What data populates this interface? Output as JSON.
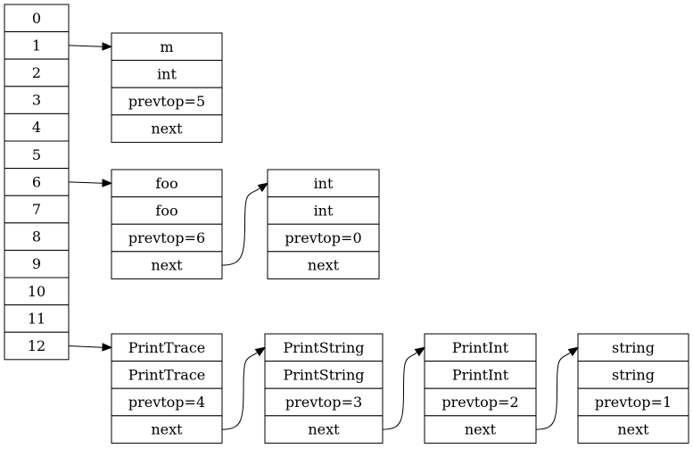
{
  "hash_table": {
    "slots": [
      "0",
      "1",
      "2",
      "3",
      "4",
      "5",
      "6",
      "7",
      "8",
      "9",
      "10",
      "11",
      "12"
    ]
  },
  "nodes": [
    {
      "id": "m",
      "fields": [
        "m",
        "int",
        "prevtop=5",
        "next"
      ]
    },
    {
      "id": "foo",
      "fields": [
        "foo",
        "foo",
        "prevtop=6",
        "next"
      ]
    },
    {
      "id": "int",
      "fields": [
        "int",
        "int",
        "prevtop=0",
        "next"
      ]
    },
    {
      "id": "PrintTrace",
      "fields": [
        "PrintTrace",
        "PrintTrace",
        "prevtop=4",
        "next"
      ]
    },
    {
      "id": "PrintString",
      "fields": [
        "PrintString",
        "PrintString",
        "prevtop=3",
        "next"
      ]
    },
    {
      "id": "PrintInt",
      "fields": [
        "PrintInt",
        "PrintInt",
        "prevtop=2",
        "next"
      ]
    },
    {
      "id": "string",
      "fields": [
        "string",
        "string",
        "prevtop=1",
        "next"
      ]
    }
  ],
  "edges": [
    {
      "from": "slot:1",
      "to": "m"
    },
    {
      "from": "slot:6",
      "to": "foo"
    },
    {
      "from": "slot:12",
      "to": "PrintTrace"
    },
    {
      "from": "foo.next",
      "to": "int"
    },
    {
      "from": "PrintTrace.next",
      "to": "PrintString"
    },
    {
      "from": "PrintString.next",
      "to": "PrintInt"
    },
    {
      "from": "PrintInt.next",
      "to": "string"
    }
  ]
}
